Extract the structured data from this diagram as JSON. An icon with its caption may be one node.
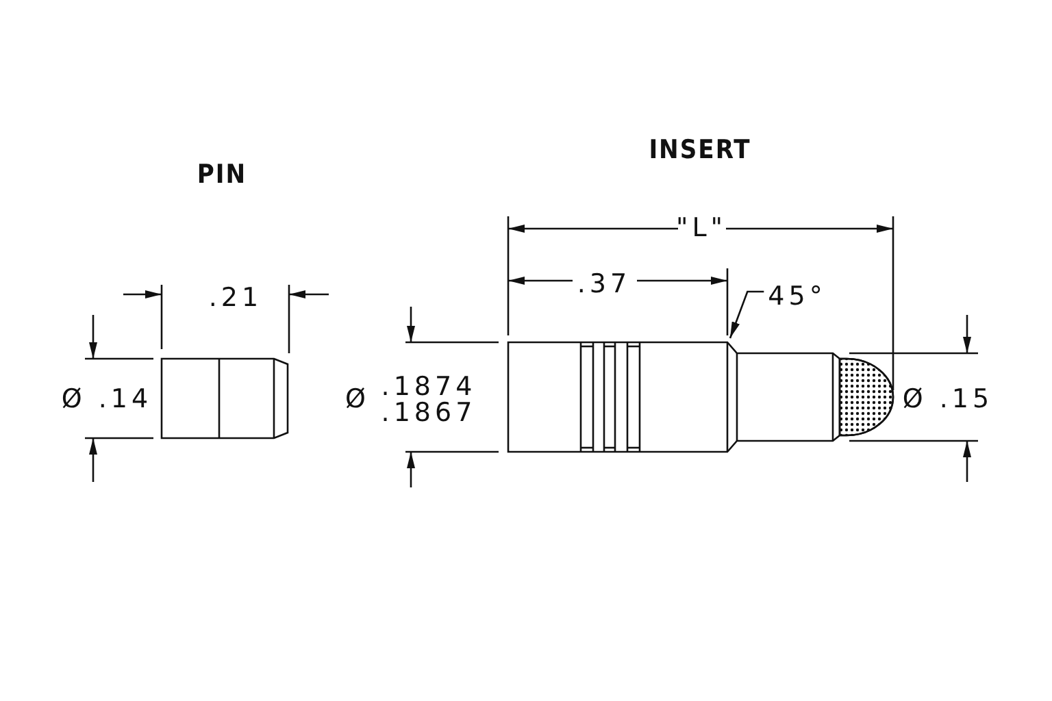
{
  "diagram": {
    "nodes": [
      {
        "text": [
          "45°"
        ]
      },
      {
        "text": [],
        "shape": "picture"
      }
    ],
    "edges": [
      {
        "from": 0,
        "to": 1,
        "arrow": "to"
      }
    ],
    "labels": [
      "INSERT",
      "PIN",
      "\"L\"",
      ".21",
      ".37",
      "Ø .14",
      "Ø",
      ".1874",
      ".1867",
      "Ø .15"
    ]
  }
}
